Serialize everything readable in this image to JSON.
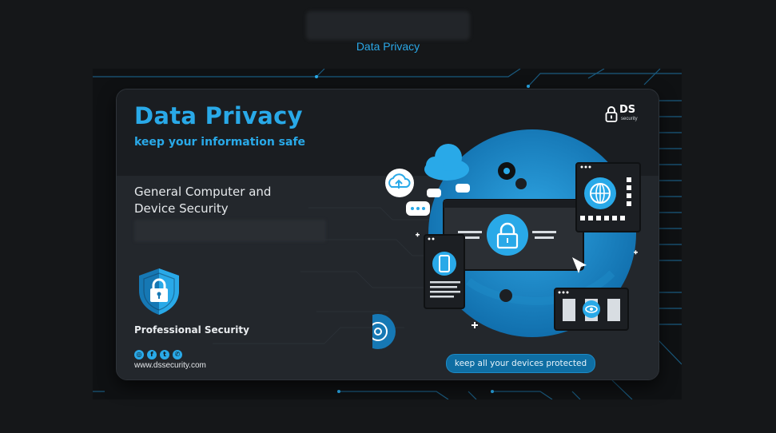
{
  "caption": "Data Privacy",
  "card": {
    "title": "Data Privacy",
    "subtitle": "keep your information safe",
    "section_heading_line1": "General Computer and",
    "section_heading_line2": "Device Security",
    "badge_label": "Professional Security",
    "website": "www.dssecurity.com",
    "cta": "keep all your devices protected"
  },
  "logo": {
    "initials": "DS",
    "sub": "security"
  },
  "socials": [
    {
      "name": "instagram-icon",
      "glyph": "◎"
    },
    {
      "name": "facebook-icon",
      "glyph": "f"
    },
    {
      "name": "twitter-icon",
      "glyph": "t"
    },
    {
      "name": "whatsapp-icon",
      "glyph": "✆"
    }
  ],
  "colors": {
    "accent": "#29a9e8",
    "background": "#151719",
    "card": "#1c1f23"
  }
}
